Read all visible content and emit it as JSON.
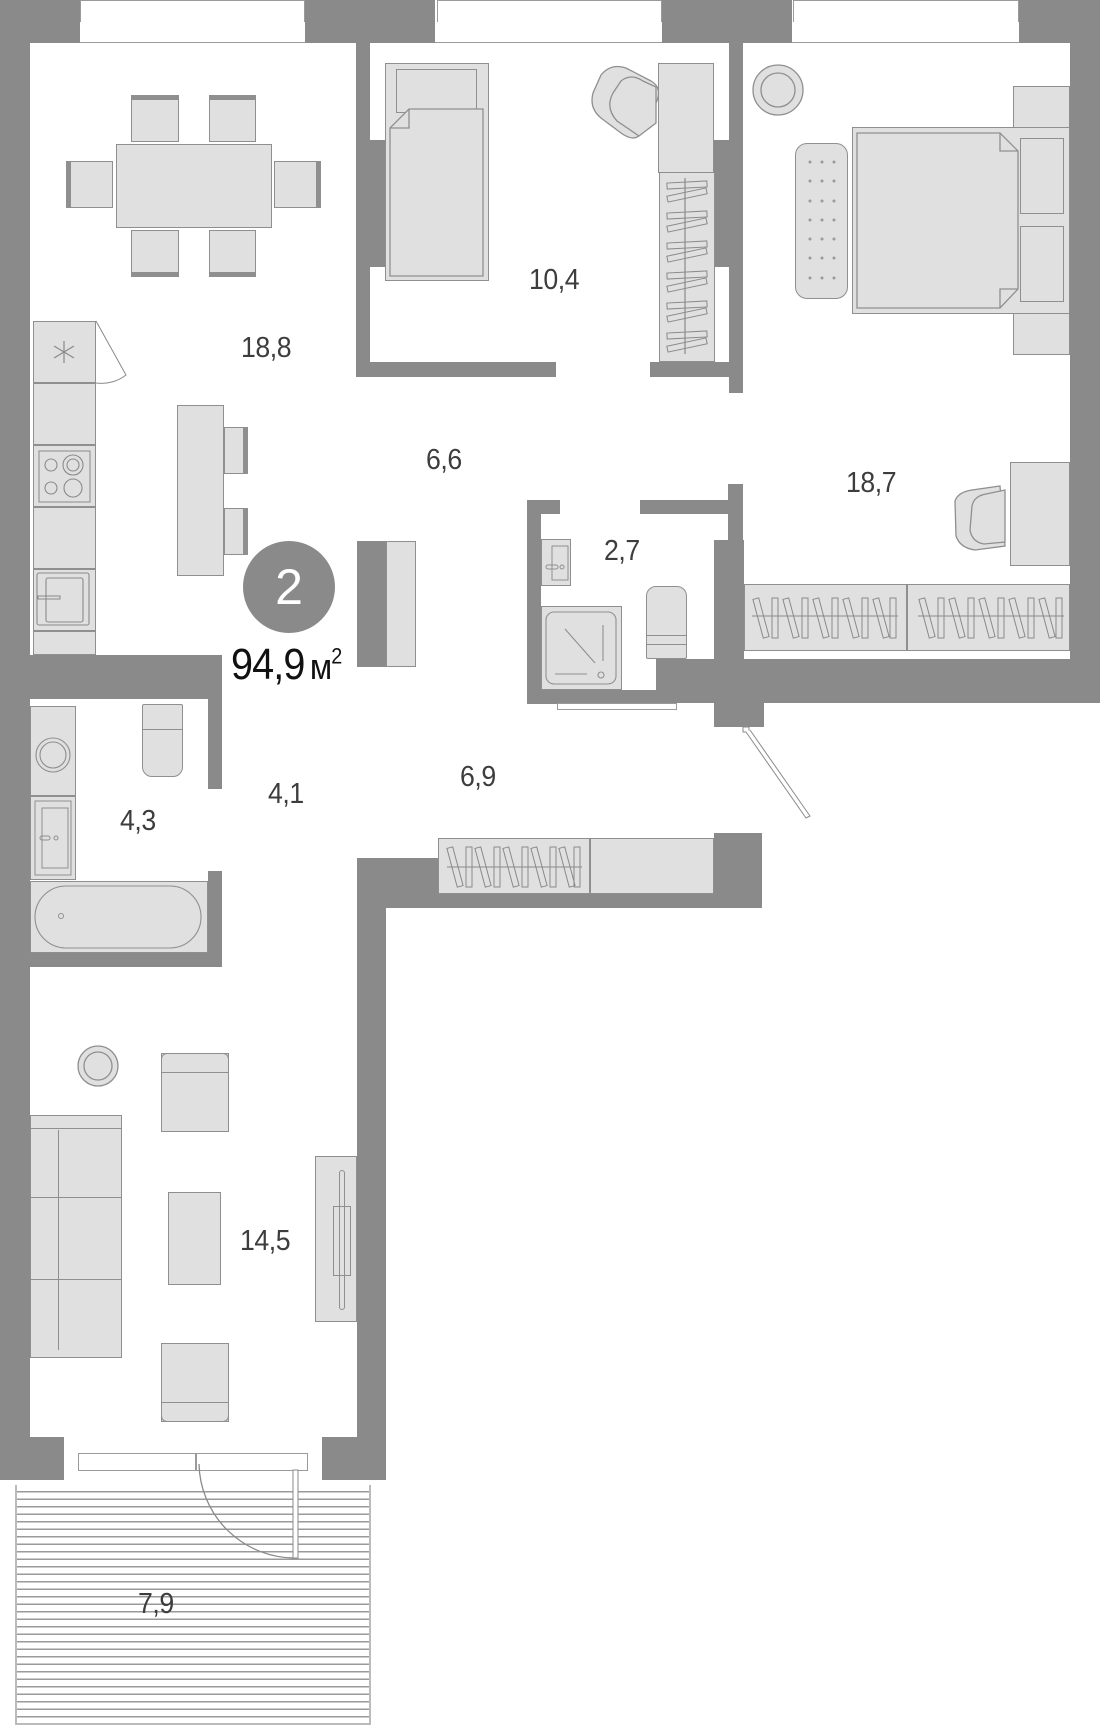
{
  "plan": {
    "rooms_count_badge": "2",
    "total_area": {
      "value": "94,9",
      "unit": "м",
      "unit_power": "2"
    },
    "rooms": [
      {
        "id": "kitchen-living",
        "area": "18,8"
      },
      {
        "id": "bedroom-small",
        "area": "10,4"
      },
      {
        "id": "hallway",
        "area": "6,6"
      },
      {
        "id": "bedroom-master",
        "area": "18,7"
      },
      {
        "id": "wc",
        "area": "2,7"
      },
      {
        "id": "bathroom",
        "area": "4,3"
      },
      {
        "id": "corridor",
        "area": "4,1"
      },
      {
        "id": "entrance-hall",
        "area": "6,9"
      },
      {
        "id": "living-room",
        "area": "14,5"
      },
      {
        "id": "balcony",
        "area": "7,9"
      }
    ],
    "colors": {
      "wall": "#8a8a8a",
      "furniture_fill": "#e0e0e0",
      "furniture_stroke": "#8f8f8f",
      "label": "#3d3d3d",
      "badge": "#8a8a8a",
      "background": "#ffffff"
    }
  }
}
